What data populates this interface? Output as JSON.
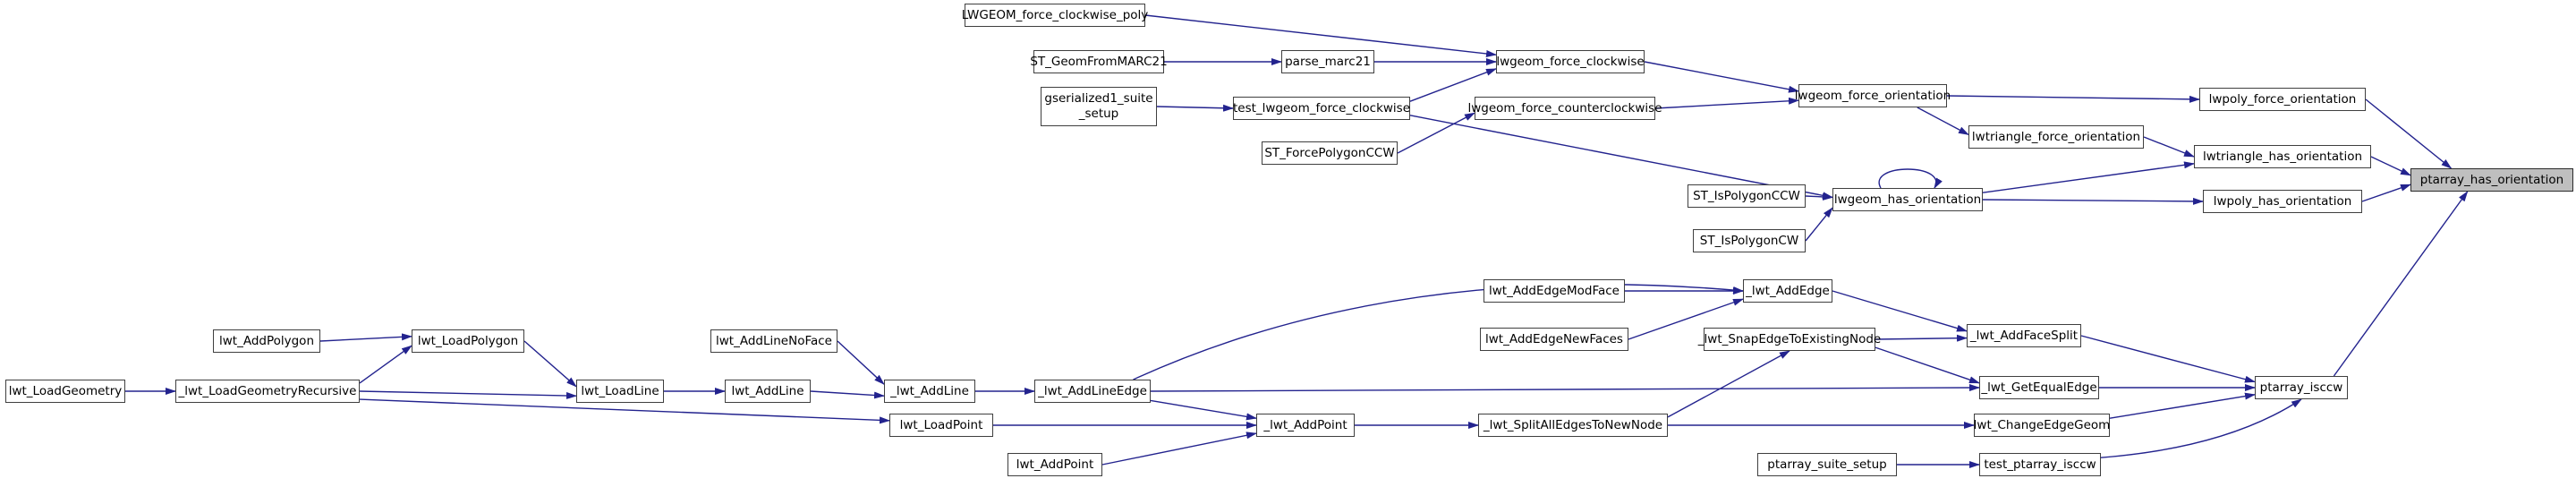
{
  "graph": {
    "kind": "doxygen-caller-graph",
    "highlighted_node": "ptarray_has_orientation",
    "colors": {
      "edge": "#23238e",
      "node_border": "#3f3f3f",
      "node_fill": "#ffffff",
      "highlight_fill": "#bfbfbf",
      "background": "#ffffff",
      "text": "#000000"
    },
    "nodes": [
      {
        "id": "LWGEOM_force_clockwise_poly",
        "label": "LWGEOM_force_clockwise_poly"
      },
      {
        "id": "ST_GeomFromMARC21",
        "label": "ST_GeomFromMARC21"
      },
      {
        "id": "parse_marc21",
        "label": "parse_marc21"
      },
      {
        "id": "lwgeom_force_clockwise",
        "label": "lwgeom_force_clockwise"
      },
      {
        "id": "gserialized1_suite_setup",
        "label": "gserialized1_suite\n_setup"
      },
      {
        "id": "test_lwgeom_force_clockwise",
        "label": "test_lwgeom_force_clockwise"
      },
      {
        "id": "lwgeom_force_counterclockwise",
        "label": "lwgeom_force_counterclockwise"
      },
      {
        "id": "ST_ForcePolygonCCW",
        "label": "ST_ForcePolygonCCW"
      },
      {
        "id": "lwgeom_force_orientation",
        "label": "lwgeom_force_orientation"
      },
      {
        "id": "lwtriangle_force_orientation",
        "label": "lwtriangle_force_orientation"
      },
      {
        "id": "lwpoly_force_orientation",
        "label": "lwpoly_force_orientation"
      },
      {
        "id": "lwtriangle_has_orientation",
        "label": "lwtriangle_has_orientation"
      },
      {
        "id": "lwpoly_has_orientation",
        "label": "lwpoly_has_orientation"
      },
      {
        "id": "ptarray_has_orientation",
        "label": "ptarray_has_orientation"
      },
      {
        "id": "ST_IsPolygonCCW",
        "label": "ST_IsPolygonCCW"
      },
      {
        "id": "ST_IsPolygonCW",
        "label": "ST_IsPolygonCW"
      },
      {
        "id": "lwgeom_has_orientation",
        "label": "lwgeom_has_orientation"
      },
      {
        "id": "lwt_LoadGeometry",
        "label": "lwt_LoadGeometry"
      },
      {
        "id": "_lwt_LoadGeometryRecursive",
        "label": "_lwt_LoadGeometryRecursive"
      },
      {
        "id": "lwt_AddPolygon",
        "label": "lwt_AddPolygon"
      },
      {
        "id": "lwt_LoadPolygon",
        "label": "lwt_LoadPolygon"
      },
      {
        "id": "lwt_LoadLine",
        "label": "lwt_LoadLine"
      },
      {
        "id": "lwt_AddLineNoFace",
        "label": "lwt_AddLineNoFace"
      },
      {
        "id": "lwt_AddLine",
        "label": "lwt_AddLine"
      },
      {
        "id": "_lwt_AddLine",
        "label": "_lwt_AddLine"
      },
      {
        "id": "_lwt_AddLineEdge",
        "label": "_lwt_AddLineEdge"
      },
      {
        "id": "lwt_LoadPoint",
        "label": "lwt_LoadPoint"
      },
      {
        "id": "lwt_AddPoint",
        "label": "lwt_AddPoint"
      },
      {
        "id": "_lwt_AddPoint",
        "label": "_lwt_AddPoint"
      },
      {
        "id": "_lwt_SplitAllEdgesToNewNode",
        "label": "_lwt_SplitAllEdgesToNewNode"
      },
      {
        "id": "lwt_AddEdgeModFace",
        "label": "lwt_AddEdgeModFace"
      },
      {
        "id": "lwt_AddEdgeNewFaces",
        "label": "lwt_AddEdgeNewFaces"
      },
      {
        "id": "_lwt_AddEdge",
        "label": "_lwt_AddEdge"
      },
      {
        "id": "_lwt_SnapEdgeToExistingNode",
        "label": "_lwt_SnapEdgeToExistingNode"
      },
      {
        "id": "_lwt_AddFaceSplit",
        "label": "_lwt_AddFaceSplit"
      },
      {
        "id": "_lwt_GetEqualEdge",
        "label": "_lwt_GetEqualEdge"
      },
      {
        "id": "lwt_ChangeEdgeGeom",
        "label": "lwt_ChangeEdgeGeom"
      },
      {
        "id": "ptarray_suite_setup",
        "label": "ptarray_suite_setup"
      },
      {
        "id": "test_ptarray_isccw",
        "label": "test_ptarray_isccw"
      },
      {
        "id": "ptarray_isccw",
        "label": "ptarray_isccw"
      }
    ],
    "edges": [
      {
        "from": "LWGEOM_force_clockwise_poly",
        "to": "lwgeom_force_clockwise"
      },
      {
        "from": "ST_GeomFromMARC21",
        "to": "parse_marc21"
      },
      {
        "from": "parse_marc21",
        "to": "lwgeom_force_clockwise"
      },
      {
        "from": "gserialized1_suite_setup",
        "to": "test_lwgeom_force_clockwise"
      },
      {
        "from": "test_lwgeom_force_clockwise",
        "to": "lwgeom_force_clockwise"
      },
      {
        "from": "test_lwgeom_force_clockwise",
        "to": "lwgeom_has_orientation"
      },
      {
        "from": "ST_ForcePolygonCCW",
        "to": "lwgeom_force_counterclockwise"
      },
      {
        "from": "lwgeom_force_clockwise",
        "to": "lwgeom_force_orientation"
      },
      {
        "from": "lwgeom_force_counterclockwise",
        "to": "lwgeom_force_orientation"
      },
      {
        "from": "lwgeom_force_orientation",
        "to": "lwpoly_force_orientation"
      },
      {
        "from": "lwgeom_force_orientation",
        "to": "lwtriangle_force_orientation"
      },
      {
        "from": "lwtriangle_force_orientation",
        "to": "lwtriangle_has_orientation"
      },
      {
        "from": "lwpoly_force_orientation",
        "to": "ptarray_has_orientation"
      },
      {
        "from": "lwtriangle_has_orientation",
        "to": "ptarray_has_orientation"
      },
      {
        "from": "lwpoly_has_orientation",
        "to": "ptarray_has_orientation"
      },
      {
        "from": "ST_IsPolygonCCW",
        "to": "lwgeom_has_orientation"
      },
      {
        "from": "ST_IsPolygonCW",
        "to": "lwgeom_has_orientation"
      },
      {
        "from": "lwgeom_has_orientation",
        "to": "lwgeom_has_orientation"
      },
      {
        "from": "lwgeom_has_orientation",
        "to": "lwtriangle_has_orientation"
      },
      {
        "from": "lwgeom_has_orientation",
        "to": "lwpoly_has_orientation"
      },
      {
        "from": "lwt_LoadGeometry",
        "to": "_lwt_LoadGeometryRecursive"
      },
      {
        "from": "lwt_AddPolygon",
        "to": "lwt_LoadPolygon"
      },
      {
        "from": "_lwt_LoadGeometryRecursive",
        "to": "lwt_LoadPolygon"
      },
      {
        "from": "_lwt_LoadGeometryRecursive",
        "to": "lwt_LoadLine"
      },
      {
        "from": "_lwt_LoadGeometryRecursive",
        "to": "lwt_LoadPoint"
      },
      {
        "from": "lwt_LoadPolygon",
        "to": "lwt_LoadLine"
      },
      {
        "from": "lwt_LoadLine",
        "to": "lwt_AddLine"
      },
      {
        "from": "lwt_AddLineNoFace",
        "to": "_lwt_AddLine"
      },
      {
        "from": "lwt_AddLine",
        "to": "_lwt_AddLine"
      },
      {
        "from": "_lwt_AddLine",
        "to": "_lwt_AddLineEdge"
      },
      {
        "from": "_lwt_AddLineEdge",
        "to": "_lwt_AddEdge"
      },
      {
        "from": "_lwt_AddLineEdge",
        "to": "_lwt_GetEqualEdge"
      },
      {
        "from": "_lwt_AddLineEdge",
        "to": "_lwt_AddPoint"
      },
      {
        "from": "lwt_LoadPoint",
        "to": "_lwt_AddPoint"
      },
      {
        "from": "lwt_AddPoint",
        "to": "_lwt_AddPoint"
      },
      {
        "from": "_lwt_AddPoint",
        "to": "_lwt_SplitAllEdgesToNewNode"
      },
      {
        "from": "_lwt_SplitAllEdgesToNewNode",
        "to": "_lwt_SnapEdgeToExistingNode"
      },
      {
        "from": "_lwt_SplitAllEdgesToNewNode",
        "to": "lwt_ChangeEdgeGeom"
      },
      {
        "from": "lwt_AddEdgeModFace",
        "to": "_lwt_AddEdge"
      },
      {
        "from": "lwt_AddEdgeNewFaces",
        "to": "_lwt_AddEdge"
      },
      {
        "from": "_lwt_AddEdge",
        "to": "_lwt_AddFaceSplit"
      },
      {
        "from": "_lwt_SnapEdgeToExistingNode",
        "to": "_lwt_AddFaceSplit"
      },
      {
        "from": "_lwt_SnapEdgeToExistingNode",
        "to": "_lwt_GetEqualEdge"
      },
      {
        "from": "_lwt_AddFaceSplit",
        "to": "ptarray_isccw"
      },
      {
        "from": "_lwt_GetEqualEdge",
        "to": "ptarray_isccw"
      },
      {
        "from": "lwt_ChangeEdgeGeom",
        "to": "ptarray_isccw"
      },
      {
        "from": "test_ptarray_isccw",
        "to": "ptarray_isccw"
      },
      {
        "from": "ptarray_suite_setup",
        "to": "test_ptarray_isccw"
      },
      {
        "from": "ptarray_isccw",
        "to": "ptarray_has_orientation"
      }
    ]
  }
}
